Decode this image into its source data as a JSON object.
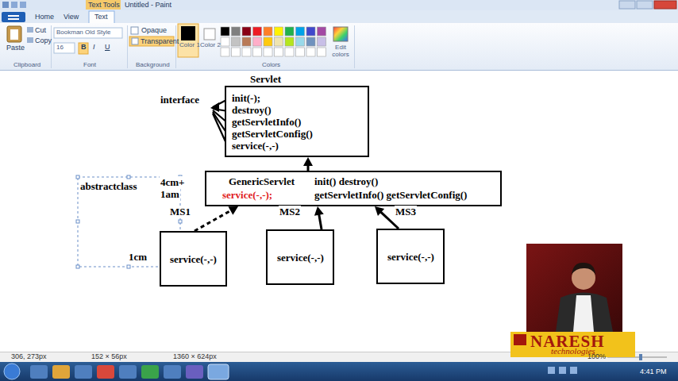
{
  "diagram": {
    "nodes": [
      {
        "text": [
          "Servlet",
          "init(-);",
          "destroy()",
          "getServletInfo()",
          "getServletConfig()",
          "service(-,-)"
        ]
      },
      {
        "text": [
          "GenericServlet",
          "service(-,-);",
          "init() destroy()",
          "getServletInfo() getServletConfig()"
        ]
      },
      {
        "text": [
          "service(-,-)"
        ]
      },
      {
        "text": [
          "service(-,-)"
        ]
      },
      {
        "text": [
          "service(-,-)"
        ]
      }
    ],
    "edges": [
      {
        "from": 1,
        "to": 0,
        "arrow": "to"
      },
      {
        "from": 2,
        "to": 1,
        "arrow": "to"
      },
      {
        "from": 3,
        "to": 1,
        "arrow": "to"
      },
      {
        "from": 4,
        "to": 1,
        "arrow": "to"
      }
    ],
    "labels": [
      "Text Tools",
      "Untitled - Paint",
      "Home",
      "View",
      "Text",
      "Paste",
      "Cut",
      "Copy",
      "Clipboard",
      "Bookman Old Style",
      "16",
      "B",
      "I",
      "U",
      "Font",
      "Opaque",
      "Transparent",
      "Background",
      "Color 1",
      "Color 2",
      "Colors",
      "Edit colors",
      "interface",
      "abstractclass",
      "4cm+",
      "1am",
      "1cm",
      "MS1",
      "MS2",
      "MS3",
      "306, 273px",
      "152 × 56px",
      "1360 × 624px",
      "100%",
      "4:41 PM",
      "NARESH",
      "technologies"
    ]
  }
}
